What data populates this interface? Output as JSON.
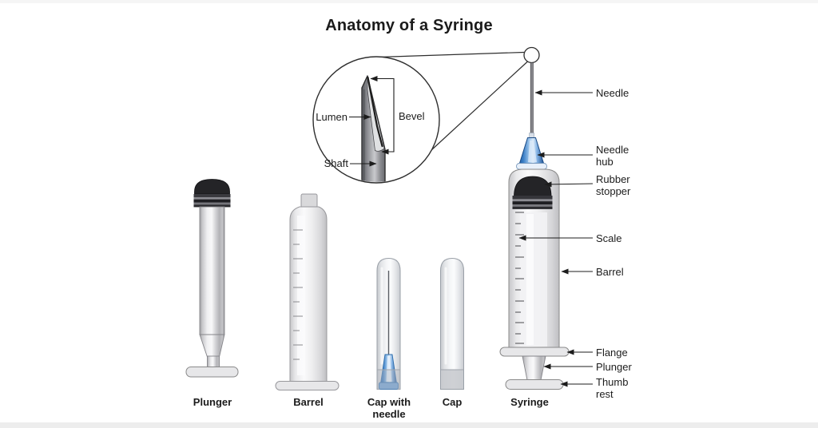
{
  "title": "Anatomy of a Syringe",
  "inset": {
    "lumen_label": "Lumen",
    "bevel_label": "Bevel",
    "shaft_label": "Shaft"
  },
  "syringe_annotations": {
    "needle": "Needle",
    "needle_hub": "Needle hub",
    "rubber_stopper": "Rubber stopper",
    "scale": "Scale",
    "barrel": "Barrel",
    "flange": "Flange",
    "plunger": "Plunger",
    "thumb_rest": "Thumb rest"
  },
  "component_captions": {
    "plunger": "Plunger",
    "barrel": "Barrel",
    "cap_with_needle": "Cap with needle",
    "cap": "Cap",
    "syringe": "Syringe"
  },
  "colors": {
    "needle_hub_blue": "#3f82c8",
    "rubber_stopper_black": "#242427",
    "plastic_gray": "#e8e8ea",
    "outline_gray": "#8a8a8a",
    "line_color": "#222222",
    "text_color": "#1c1c1c"
  }
}
